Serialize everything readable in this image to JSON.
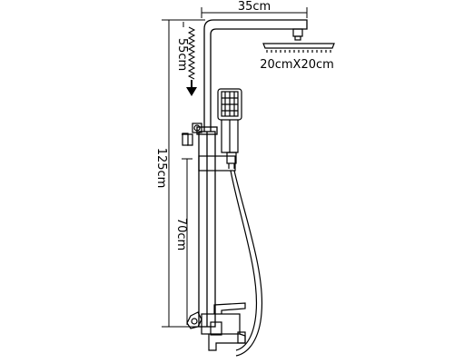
{
  "dimensions": {
    "arm_width": "35cm",
    "head_size": "20cmX20cm",
    "adjustable_height": "55cm",
    "total_height": "125cm",
    "lower_height": "70cm"
  },
  "colors": {
    "line": "#000000",
    "background": "#ffffff"
  }
}
